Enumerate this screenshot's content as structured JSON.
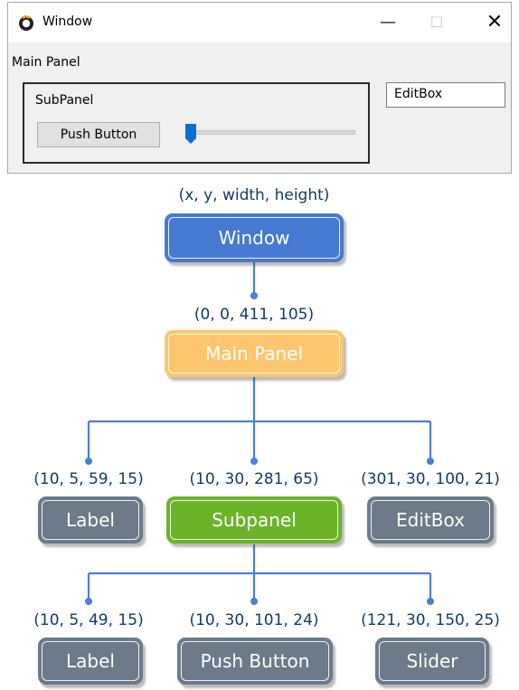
{
  "window": {
    "title": "Window",
    "main_panel_label": "Main Panel",
    "subpanel_label": "SubPanel",
    "push_button_label": "Push Button",
    "editbox_text": "EditBox",
    "slider_value": 0
  },
  "tree": {
    "header": "(x, y, width, height)",
    "root": {
      "label": "Window"
    },
    "main_panel": {
      "label": "Main Panel",
      "coords": "(0, 0, 411, 105)"
    },
    "level2": [
      {
        "label": "Label",
        "coords": "(10, 5, 59, 15)"
      },
      {
        "label": "Subpanel",
        "coords": "(10, 30, 281, 65)"
      },
      {
        "label": "EditBox",
        "coords": "(301, 30, 100, 21)"
      }
    ],
    "level3": [
      {
        "label": "Label",
        "coords": "(10, 5, 49, 15)"
      },
      {
        "label": "Push Button",
        "coords": "(10, 30, 101, 24)"
      },
      {
        "label": "Slider",
        "coords": "(121, 30, 150, 25)"
      }
    ]
  },
  "colors": {
    "window_node": "#4679d1",
    "main_panel_node": "#fdc56d",
    "subpanel_node": "#6cb32a",
    "leaf_node": "#6c7a89",
    "connector": "#4a7fd4",
    "coord_text": "#123a6b"
  }
}
